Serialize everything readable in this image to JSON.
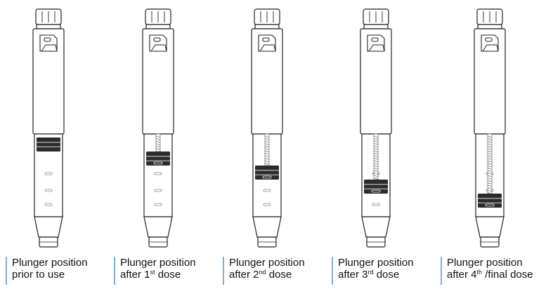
{
  "colors": {
    "outline": "#222222",
    "plunger_dark": "#2b2b2b",
    "plunger_mid": "#4a4a4a",
    "caption_bar": "#7fb0d8",
    "text": "#111111"
  },
  "panels": [
    {
      "line1": "Plunger position",
      "line2_pre": "prior to use",
      "sup": "",
      "line2_post": "",
      "plunger_fraction": 0.0
    },
    {
      "line1": "Plunger position",
      "line2_pre": "after 1",
      "sup": "st",
      "line2_post": " dose",
      "plunger_fraction": 0.25
    },
    {
      "line1": "Plunger position",
      "line2_pre": "after 2",
      "sup": "nd",
      "line2_post": " dose",
      "plunger_fraction": 0.5
    },
    {
      "line1": "Plunger position",
      "line2_pre": "after 3",
      "sup": "rd",
      "line2_post": " dose",
      "plunger_fraction": 0.75
    },
    {
      "line1": "Plunger position",
      "line2_pre": "after 4",
      "sup": "th",
      "line2_post": " /final dose",
      "plunger_fraction": 1.0
    }
  ]
}
